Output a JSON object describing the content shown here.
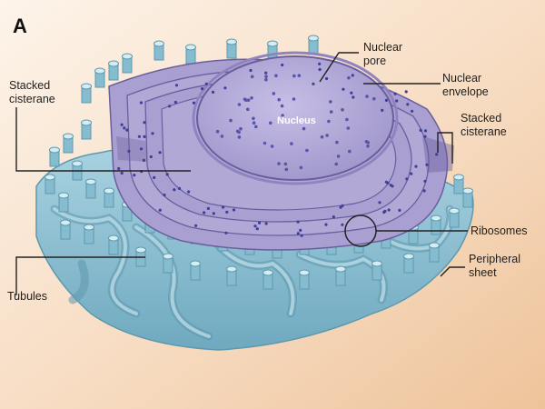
{
  "panel_letter": "A",
  "labels": {
    "nuclear_pore": [
      "Nuclear",
      "pore"
    ],
    "nuclear_envelope": [
      "Nuclear",
      "envelope"
    ],
    "stacked_cisterane_left": [
      "Stacked",
      "cisterane"
    ],
    "stacked_cisterane_right": [
      "Stacked",
      "cisterane"
    ],
    "nucleus": "Nucleus",
    "ribosomes": "Ribosomes",
    "peripheral_sheet": [
      "Peripheral",
      "sheet"
    ],
    "tubules": "Tubules"
  },
  "colors": {
    "background_light": "#fbeee2",
    "background_warm": "#efc79e",
    "tubule_fill": "#8fc3d6",
    "tubule_dark": "#5e98ad",
    "tubule_light": "#bfe0ea",
    "cisterna_fill": "#a99fd0",
    "cisterna_stroke": "#6a5f9e",
    "nucleus_fill": "#b7aedb",
    "ribosome_dot": "#3f3f9a"
  }
}
